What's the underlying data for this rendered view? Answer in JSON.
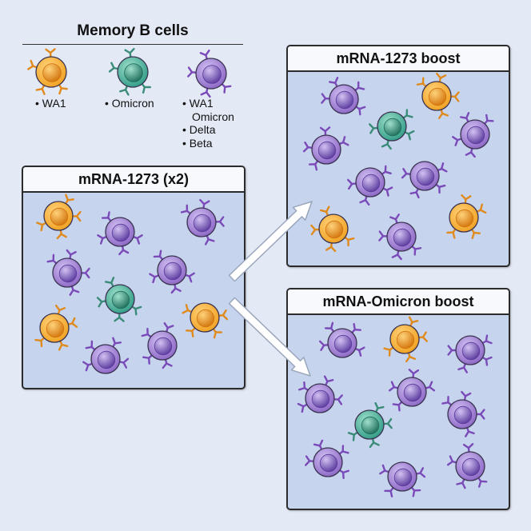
{
  "legend": {
    "title": "Memory B cells",
    "items": [
      {
        "cell": "wa1",
        "label": "• WA1"
      },
      {
        "cell": "omicron",
        "label": "• Omicron"
      },
      {
        "cell": "cross",
        "lines": [
          "• WA1",
          "Omicron",
          "• Delta",
          "• Beta"
        ]
      }
    ]
  },
  "panels": {
    "primary": {
      "title": "mRNA-1273 (x2)"
    },
    "boost_1273": {
      "title": "mRNA-1273 boost"
    },
    "boost_omicron": {
      "title": "mRNA-Omicron boost"
    }
  },
  "colors": {
    "wa1": "#f0a020",
    "omicron": "#2e9a84",
    "cross": "#8a64c4",
    "background": "#e3e9f5",
    "panel_fill": "#c6d4ee"
  }
}
